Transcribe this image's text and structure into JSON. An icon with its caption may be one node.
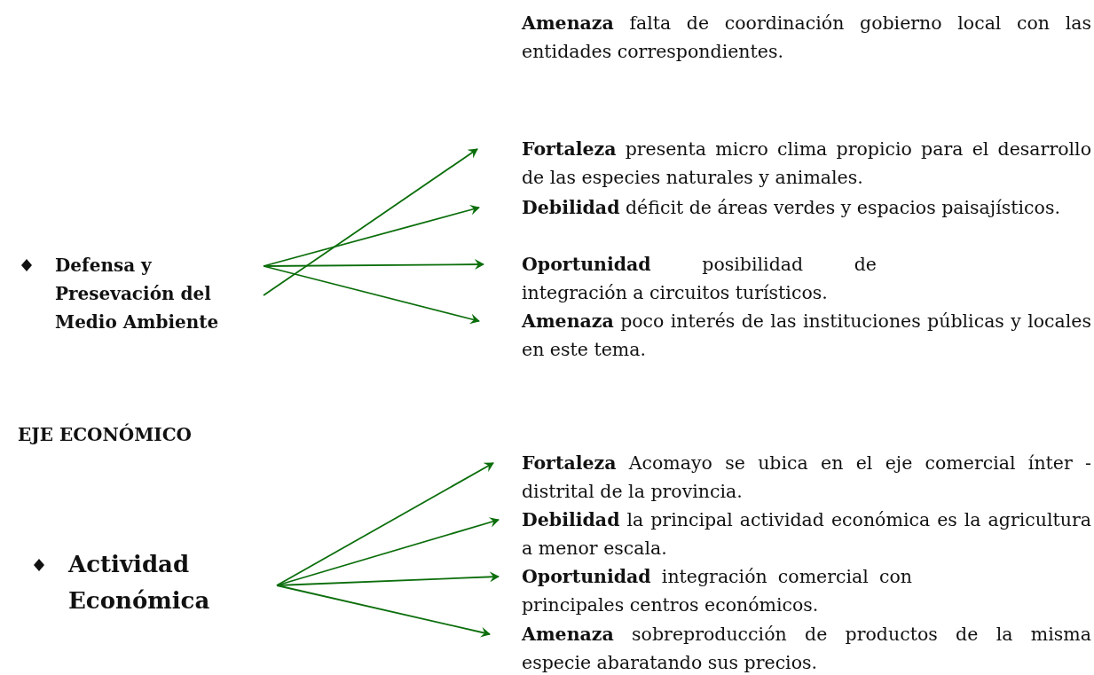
{
  "diagram": {
    "nodes": [
      {
        "text": [
          "Defensa y Presevación del Medio Ambiente"
        ]
      },
      {
        "text": [
          "**Fortaleza** presenta micro clima propicio para el desarrollo de las especies naturales y animales."
        ]
      },
      {
        "text": [
          "**Debilidad** déficit de áreas verdes y espacios paisajísticos."
        ]
      },
      {
        "text": [
          "**Oportunidad** posibilidad de integración a circuitos turísticos."
        ]
      },
      {
        "text": [
          "**Amenaza** poco interés de las instituciones públicas y locales en este tema."
        ]
      },
      {
        "text": [
          "Actividad Económica"
        ]
      },
      {
        "text": [
          "**Fortaleza** Acomayo se ubica en el eje comercial ínter - distrital de la provincia."
        ]
      },
      {
        "text": [
          "**Debilidad** la principal actividad económica es la agricultura a menor escala."
        ]
      },
      {
        "text": [
          "**Oportunidad** integración comercial con principales centros económicos."
        ]
      },
      {
        "text": [
          "**Amenaza** sobreproducción de productos de la misma especie abaratando sus precios."
        ]
      }
    ],
    "edges": [
      {
        "from": 0,
        "to": 1,
        "arrow": "to"
      },
      {
        "from": 0,
        "to": 2,
        "arrow": "to"
      },
      {
        "from": 0,
        "to": 3,
        "arrow": "to"
      },
      {
        "from": 0,
        "to": 4,
        "arrow": "to"
      },
      {
        "from": 5,
        "to": 6,
        "arrow": "to"
      },
      {
        "from": 5,
        "to": 7,
        "arrow": "to"
      },
      {
        "from": 5,
        "to": 8,
        "arrow": "to"
      },
      {
        "from": 5,
        "to": 9,
        "arrow": "to"
      }
    ],
    "labels": [
      "**Amenaza** falta de coordinación gobierno local con las entidades correspondientes.",
      "EJE ECONÓMICO"
    ]
  }
}
